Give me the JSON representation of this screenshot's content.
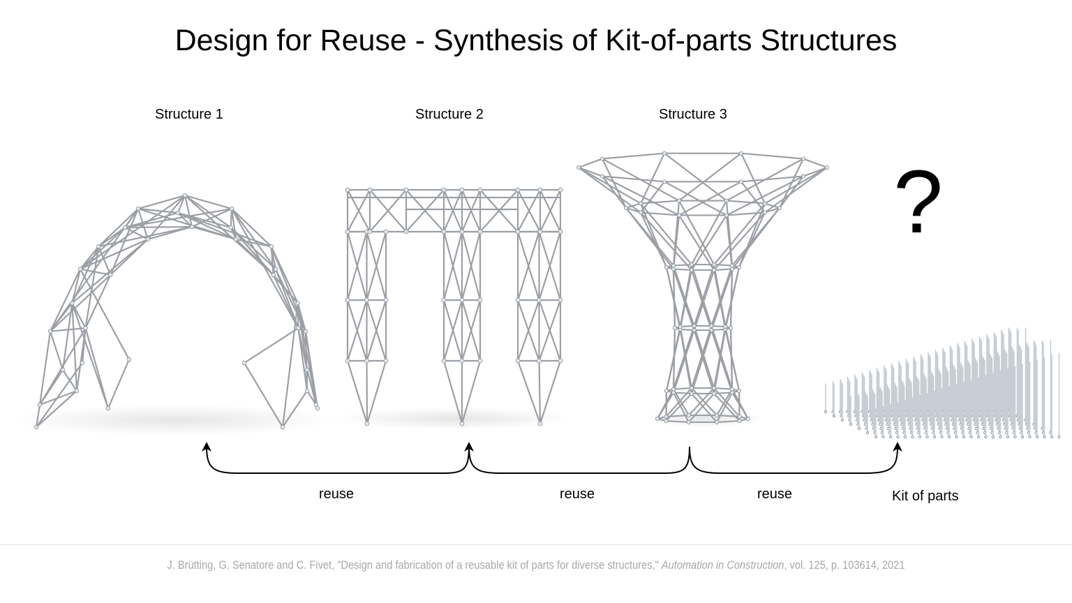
{
  "title": "Design for Reuse - Synthesis of Kit-of-parts Structures",
  "structures": [
    {
      "label": "Structure 1"
    },
    {
      "label": "Structure 2"
    },
    {
      "label": "Structure 3"
    }
  ],
  "kit": {
    "question_mark": "?",
    "label": "Kit of parts"
  },
  "arrows": [
    {
      "label": "reuse"
    },
    {
      "label": "reuse"
    },
    {
      "label": "reuse"
    }
  ],
  "colors": {
    "strut": "#9c9fa4",
    "node": "#dfe8ee",
    "kit_strut": "#c4cbd2"
  },
  "citation": {
    "prefix": "J. Brütting, G. Senatore and C. Fivet, \"Design and fabrication of a reusable kit of parts for diverse structures,\"",
    "journal": "Automation in Construction",
    "suffix": ", vol. 125, p. 103614, 2021"
  }
}
